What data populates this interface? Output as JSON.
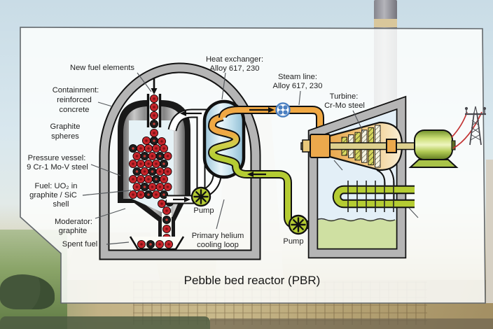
{
  "caption": "Pebble bed reactor (PBR)",
  "labels": {
    "new_fuel_elements": {
      "lines": [
        "New fuel elements"
      ]
    },
    "containment": {
      "lines": [
        "Containment:",
        "reinforced",
        "concrete"
      ]
    },
    "graphite_spheres": {
      "lines": [
        "Graphite",
        "spheres"
      ]
    },
    "pressure_vessel": {
      "lines": [
        "Pressure vessel:",
        "9 Cr-1 Mo-V steel"
      ]
    },
    "fuel": {
      "lines": [
        "Fuel: UO₂ in",
        "graphite / SiC",
        "shell"
      ]
    },
    "moderator": {
      "lines": [
        "Moderator:",
        "graphite"
      ]
    },
    "spent_fuel": {
      "lines": [
        "Spent fuel"
      ]
    },
    "heat_exchanger": {
      "lines": [
        "Heat exchanger:",
        "Alloy 617, 230"
      ]
    },
    "steam_line": {
      "lines": [
        "Steam line:",
        "Alloy 617, 230"
      ]
    },
    "turbine": {
      "lines": [
        "Turbine:",
        "Cr-Mo steel"
      ]
    },
    "pump_primary": {
      "lines": [
        "Pump"
      ]
    },
    "primary_loop": {
      "lines": [
        "Primary helium",
        "cooling loop"
      ]
    },
    "pump_secondary": {
      "lines": [
        "Pump"
      ]
    }
  },
  "colors": {
    "label_text": "#1f1f1f",
    "containment_gray": "#b5b5b5",
    "vessel_black": "#191919",
    "pebble_red": "#c5252b",
    "pebble_black": "#1d1d1d",
    "pebble_dot_red": "#7d1216",
    "pebble_dot_black": "#c23a35",
    "steam_orange": "#f0a843",
    "loop_green": "#b5cc33",
    "hx_blue": "#cfe6f0",
    "valve_blue": "#4a7fc1",
    "turbine_tan": "#eca94c",
    "generator_green": "#a9c348",
    "wire_red": "#c23333",
    "water_green": "#cfe0a2",
    "building_interior": "#e3eff7",
    "panel_border": "#63686c"
  }
}
